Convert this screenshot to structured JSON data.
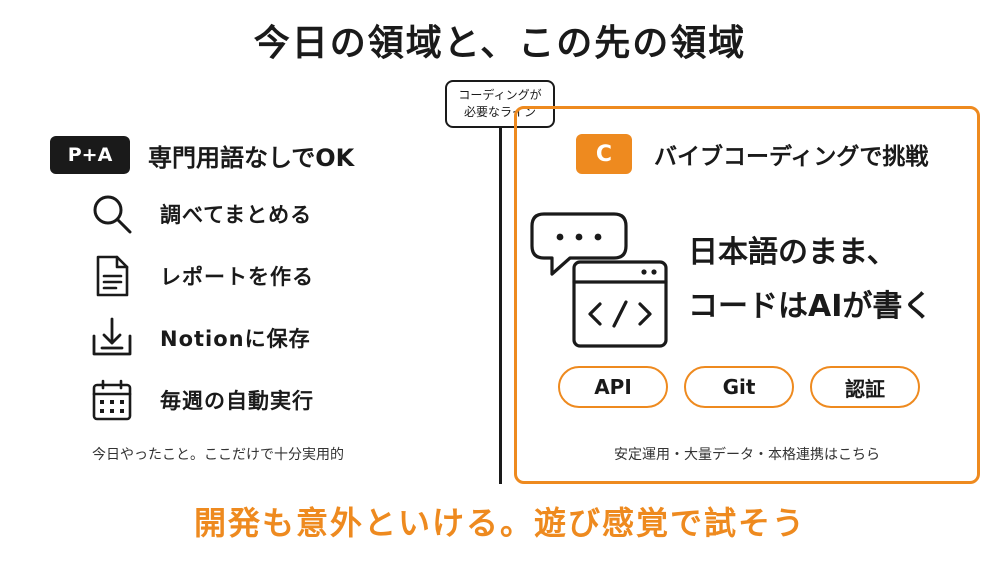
{
  "title": "今日の領域と、この先の領域",
  "line_label": {
    "line1": "コーディングが",
    "line2": "必要なライン"
  },
  "left": {
    "badge": "P+A",
    "header": "専門用語なしでOK",
    "items": [
      {
        "icon": "search-icon",
        "label": "調べてまとめる"
      },
      {
        "icon": "document-icon",
        "label": "レポートを作る"
      },
      {
        "icon": "download-icon",
        "label": "Notionに保存"
      },
      {
        "icon": "calendar-icon",
        "label": "毎週の自動実行"
      }
    ],
    "note": "今日やったこと。ここだけで十分実用的"
  },
  "right": {
    "badge": "C",
    "header": "バイブコーディングで挑戦",
    "main_line1": "日本語のまま、",
    "main_line2": "コードはAIが書く",
    "pills": [
      "API",
      "Git",
      "認証"
    ],
    "note": "安定運用・大量データ・本格連携はこちら"
  },
  "bottom": "開発も意外といける。遊び感覚で試そう",
  "colors": {
    "accent": "#ee8a1f",
    "dark": "#1a1a1a"
  }
}
